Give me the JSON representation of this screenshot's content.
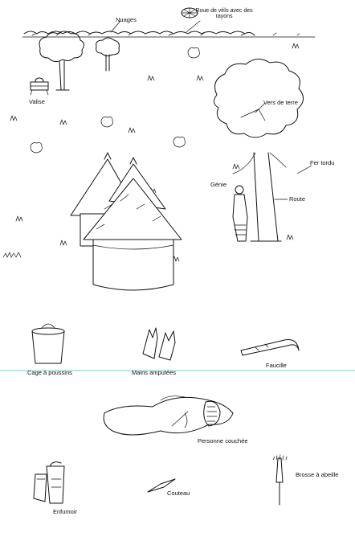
{
  "labels": {
    "nuages": "Nuages",
    "roue_velo": "Roue de vélo avec des rayons",
    "valise": "Valise",
    "vers_de_terre": "Vers de terre",
    "fer_tordu": "Fer tordu",
    "genie": "Génie",
    "route": "Route",
    "cage_poussins": "Cage à poussins",
    "mains_amputees": "Mains amputées",
    "faucille": "Faucille",
    "personne_couchee": "Personne couchée",
    "enfumoir": "Enfumoir",
    "couteau": "Couteau",
    "brosse_abeille": "Brosse à abeille"
  },
  "colors": {
    "ink": "#111111",
    "divider": "#5fd3d8",
    "background": "#ffffff"
  }
}
